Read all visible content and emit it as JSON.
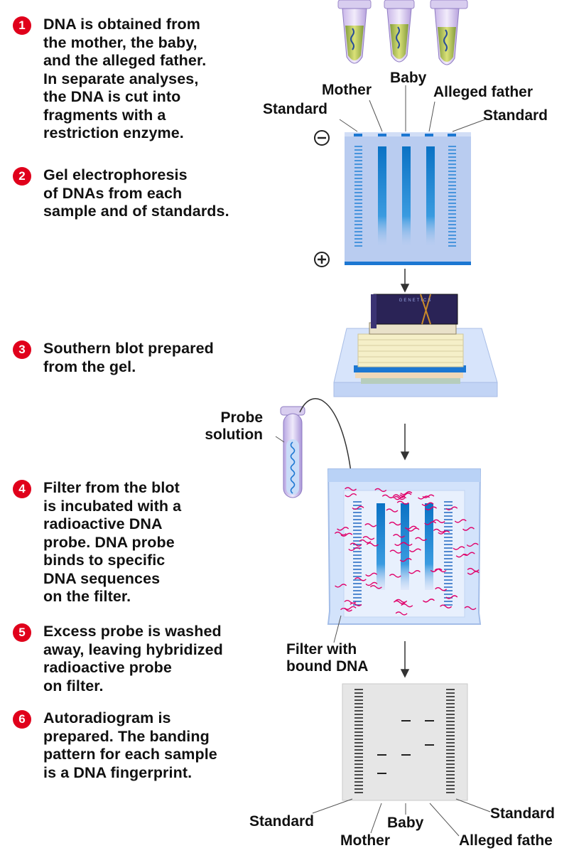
{
  "steps": [
    {
      "num": "1",
      "text": "DNA is obtained from\nthe mother, the baby,\nand the alleged father.\nIn separate analyses,\nthe DNA is cut into\nfragments with a\nrestriction enzyme."
    },
    {
      "num": "2",
      "text": "Gel electrophoresis\nof DNAs from each\nsample and of standards."
    },
    {
      "num": "3",
      "text": "Southern blot prepared\nfrom the gel."
    },
    {
      "num": "4",
      "text": "Filter from the blot\nis incubated with a\nradioactive DNA\nprobe. DNA probe\nbinds to specific\nDNA sequences\non the filter."
    },
    {
      "num": "5",
      "text": "Excess probe is washed\naway, leaving hybridized\nradioactive probe\non filter."
    },
    {
      "num": "6",
      "text": "Autoradiogram is\nprepared. The banding\npattern for each sample\nis a DNA fingerprint."
    }
  ],
  "gel_labels": {
    "standard_left": "Standard",
    "mother": "Mother",
    "baby": "Baby",
    "alleged_father": "Alleged father",
    "standard_right": "Standard"
  },
  "electrodes": {
    "negative": "−",
    "positive": "+"
  },
  "probe_label": "Probe\nsolution",
  "filter_label": "Filter with\nbound DNA",
  "autorad_labels": {
    "standard_left": "Standard",
    "mother": "Mother",
    "baby": "Baby",
    "alleged_father": "Alleged fathe",
    "standard_right": "Standard"
  },
  "book_spine_text": "GENETICS",
  "colors": {
    "step_number_bg": "#e0001b",
    "gel": "#b9ccf0",
    "lane": "#0a72c4",
    "probe": "#e0006a",
    "autorad": "#e6e6e6"
  }
}
